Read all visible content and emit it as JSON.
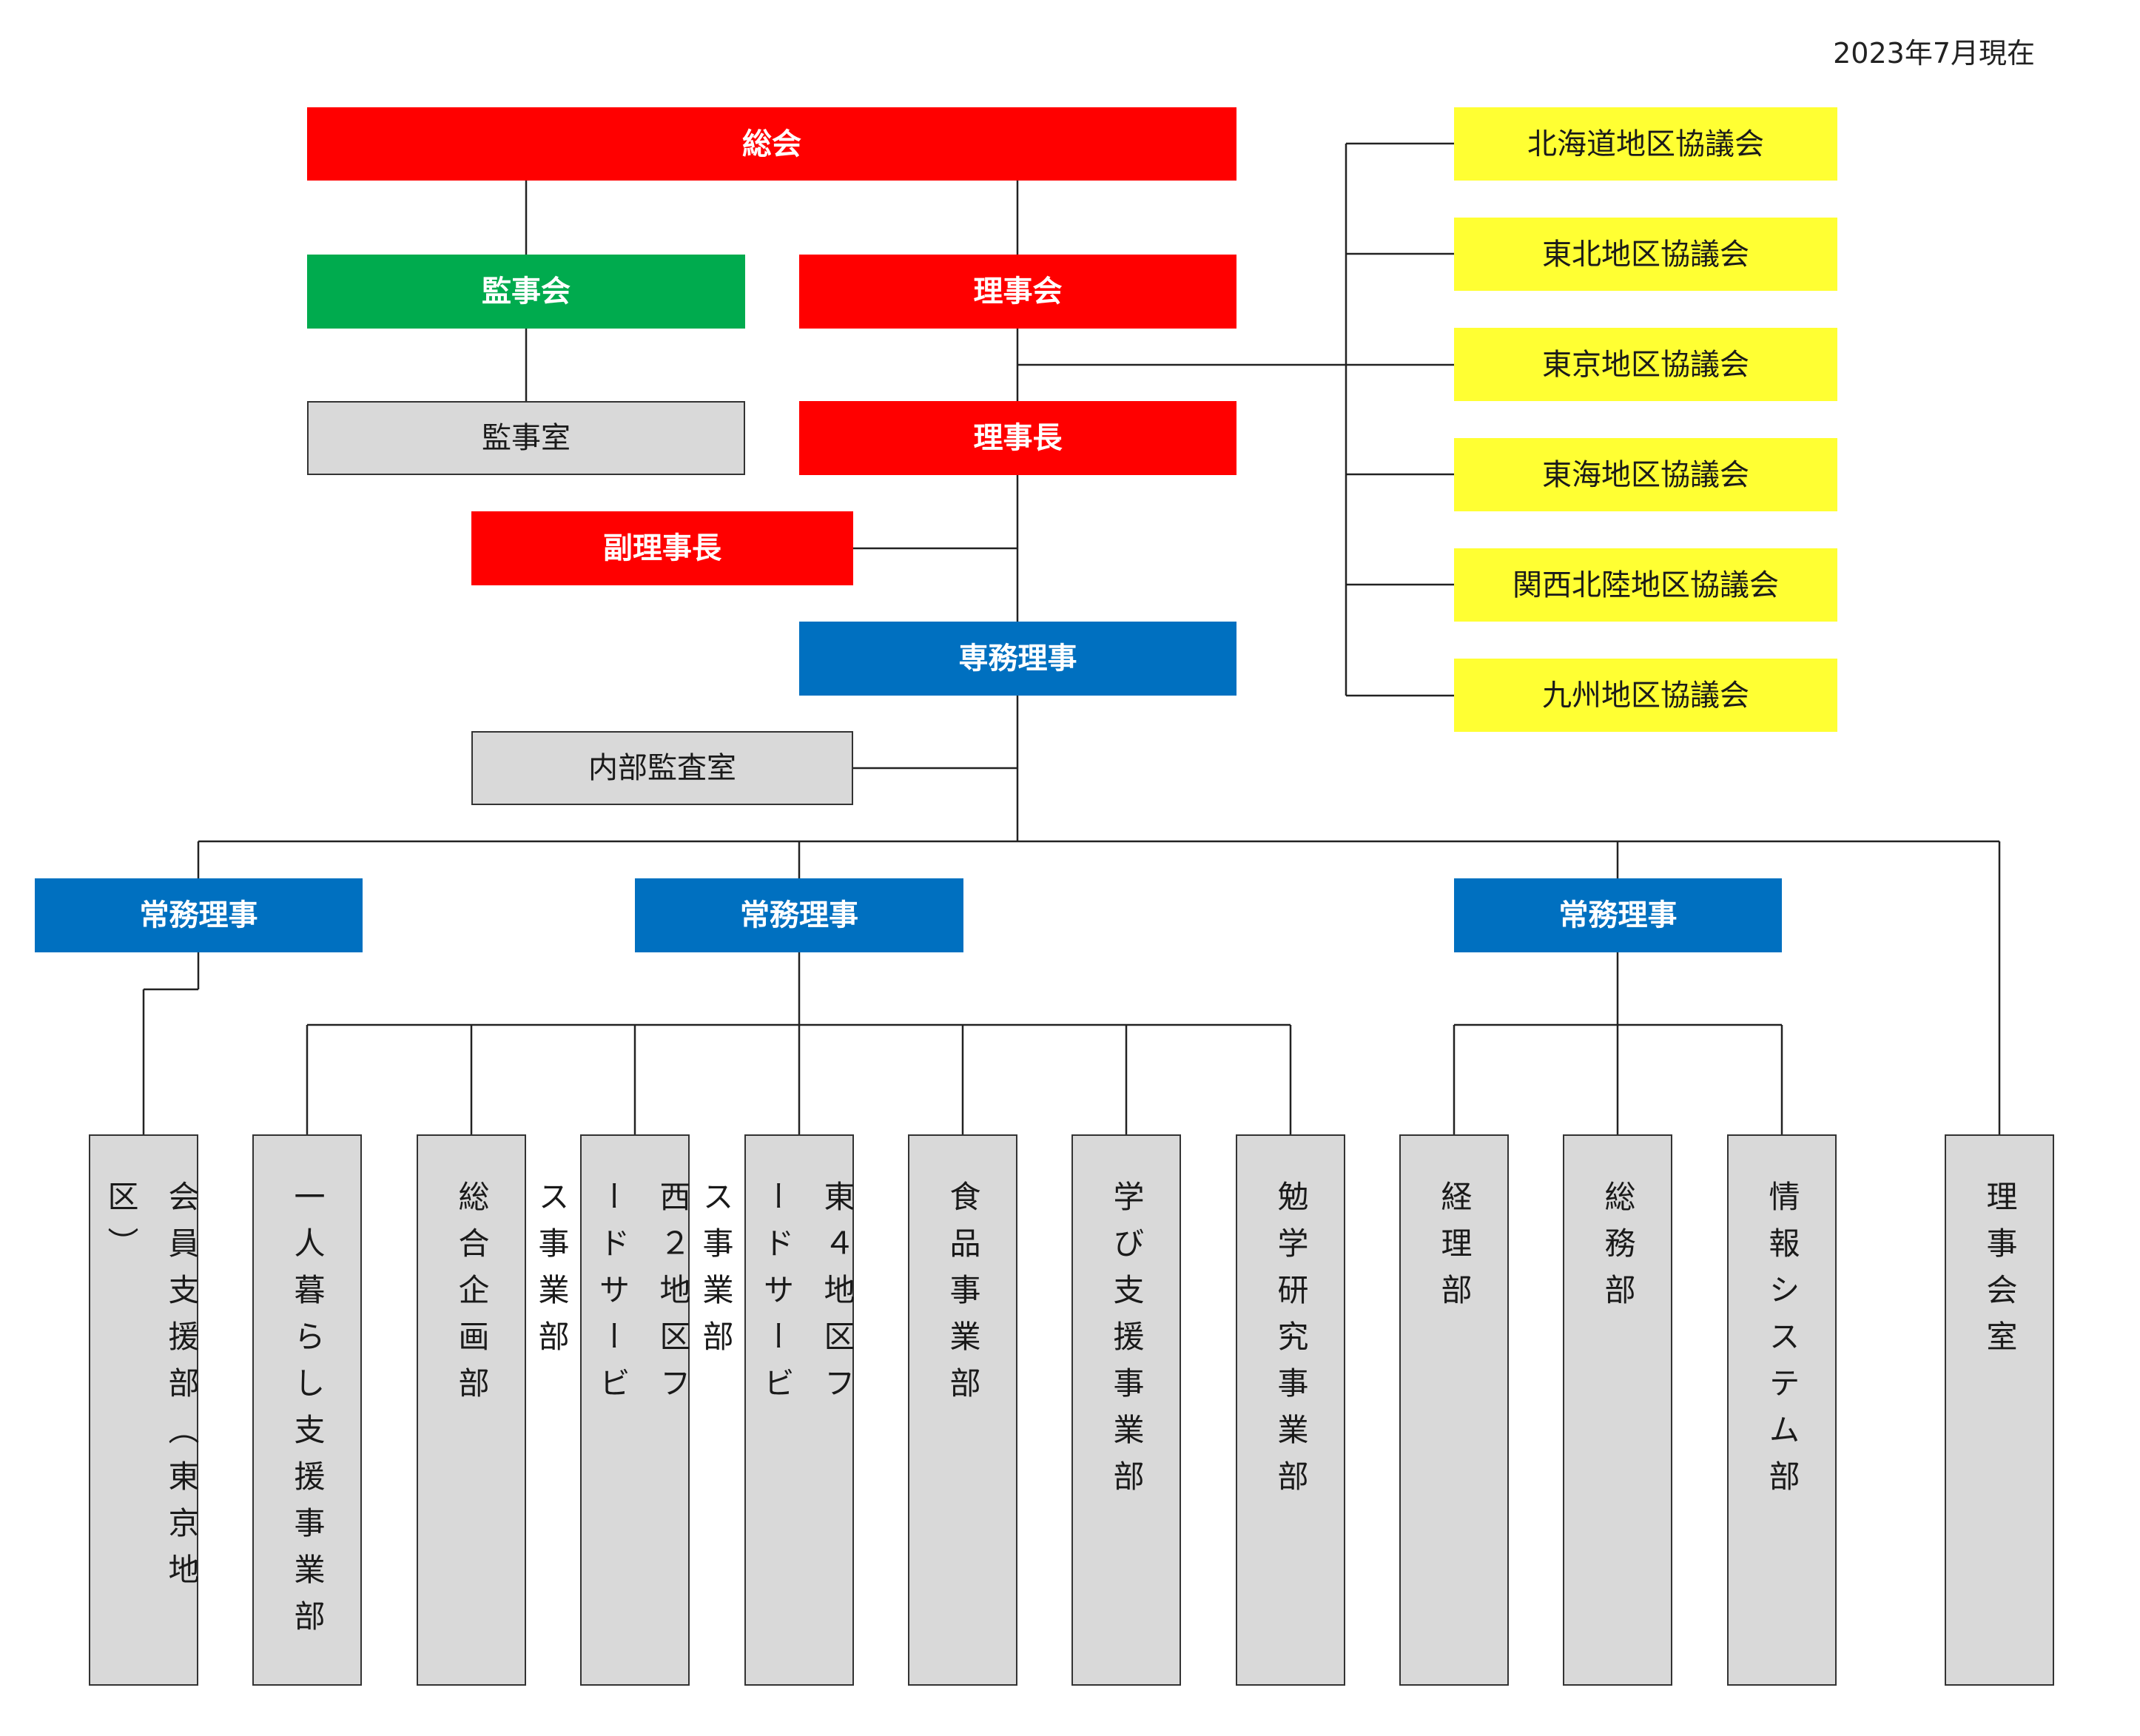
{
  "date": "2023年7月現在",
  "top": {
    "general_meeting": "総会",
    "auditors": "監事会",
    "board": "理事会",
    "audit_office": "監事室",
    "chairman": "理事長",
    "vice_chairman": "副理事長",
    "senior_director": "専務理事",
    "internal_audit": "内部監査室"
  },
  "regional_councils": [
    "北海道地区協議会",
    "東北地区協議会",
    "東京地区協議会",
    "東海地区協議会",
    "関西北陸地区協議会",
    "九州地区協議会"
  ],
  "managing_directors": [
    "常務理事",
    "常務理事",
    "常務理事"
  ],
  "departments": [
    "会員支援部（東京地区）",
    "一人暮らし支援事業部",
    "総合企画部",
    "西２地区フードサービス事業部",
    "東４地区フードサービス事業部",
    "食品事業部",
    "学び支援事業部",
    "勉学研究事業部",
    "経理部",
    "総務部",
    "情報システム部",
    "理事会室"
  ],
  "colors": {
    "executive": "#ff0000",
    "audit": "#00ab4e",
    "director": "#0070c0",
    "council": "#ffff33",
    "office": "#d9d9d9"
  }
}
